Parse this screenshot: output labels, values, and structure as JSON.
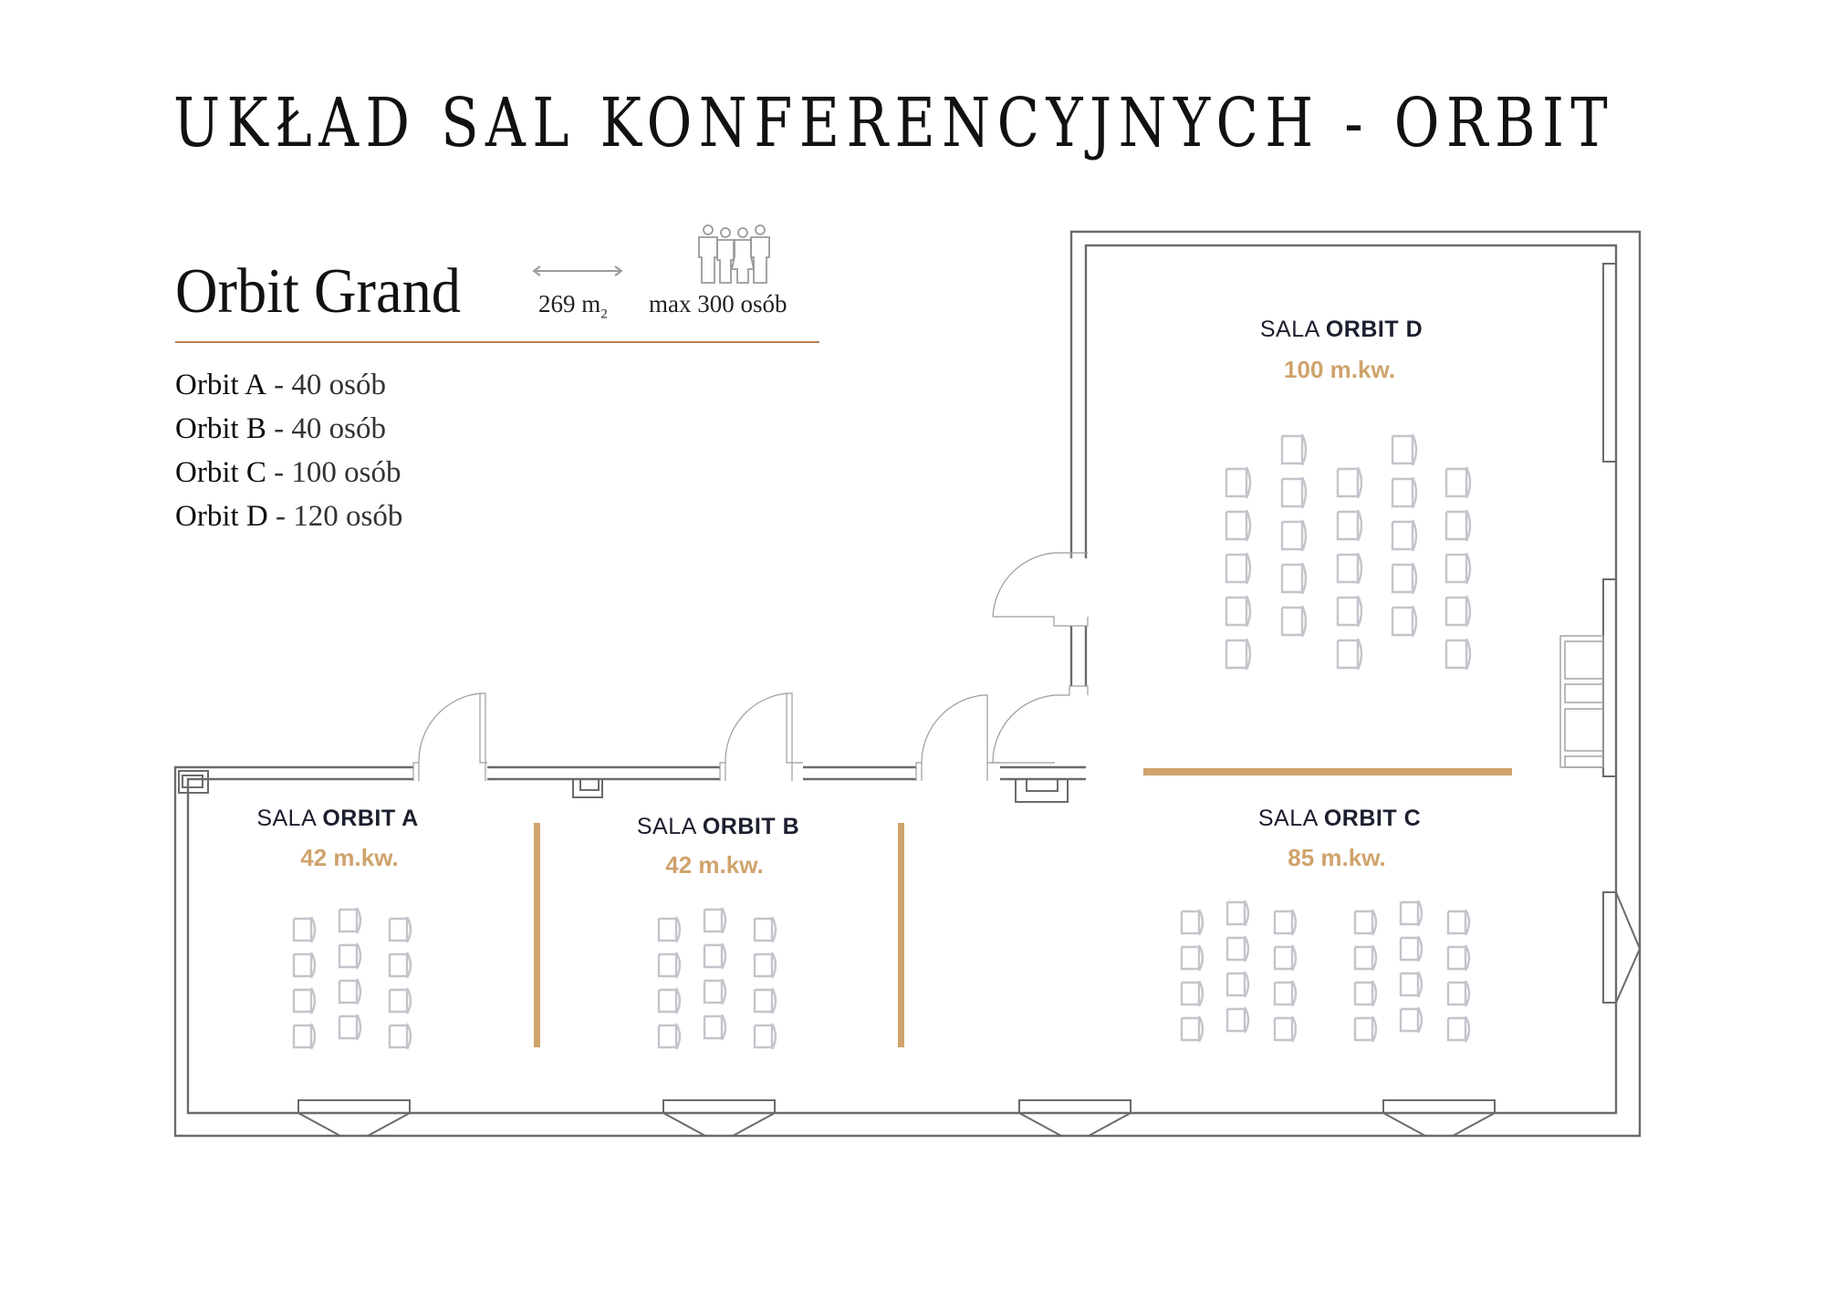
{
  "page": {
    "title": "UKŁAD SAL KONFERENCYJNYCH - ORBIT"
  },
  "summary": {
    "name": "Orbit Grand",
    "area_value": "269 m",
    "area_unit_sub": "2",
    "capacity": "max 300 osób",
    "icons": [
      "arrow-width-icon",
      "people-group-icon"
    ],
    "rule_color": "#b97e4f"
  },
  "capacity_list": [
    {
      "name": "Orbit A",
      "count": " - 40 osób"
    },
    {
      "name": "Orbit B",
      "count": " - 40 osób"
    },
    {
      "name": "Orbit C",
      "count": " - 100 osób"
    },
    {
      "name": "Orbit D",
      "count": " - 120 osób"
    }
  ],
  "rooms": [
    {
      "id": "A",
      "prefix": "SALA ",
      "name": "ORBIT A",
      "area": "42 m.kw."
    },
    {
      "id": "B",
      "prefix": "SALA ",
      "name": "ORBIT B",
      "area": "42 m.kw."
    },
    {
      "id": "C",
      "prefix": "SALA ",
      "name": "ORBIT C",
      "area": "85 m.kw."
    },
    {
      "id": "D",
      "prefix": "SALA ",
      "name": "ORBIT D",
      "area": "100 m.kw."
    }
  ],
  "colors": {
    "accent_gold": "#cfa36c",
    "wall": "#6b6b6b",
    "chair": "#c4c4cc",
    "label_dark": "#1c1f2e"
  },
  "chair_layouts": {
    "A": {
      "columns": [
        4,
        4,
        4
      ],
      "offset_middle": true
    },
    "B": {
      "columns": [
        4,
        4,
        4
      ],
      "offset_middle": true
    },
    "C": {
      "columns": [
        4,
        4,
        4,
        4,
        4,
        4
      ],
      "offset_middle": true
    },
    "D": {
      "columns": [
        5,
        5,
        5,
        5,
        5
      ],
      "offset_alternate": true
    }
  }
}
